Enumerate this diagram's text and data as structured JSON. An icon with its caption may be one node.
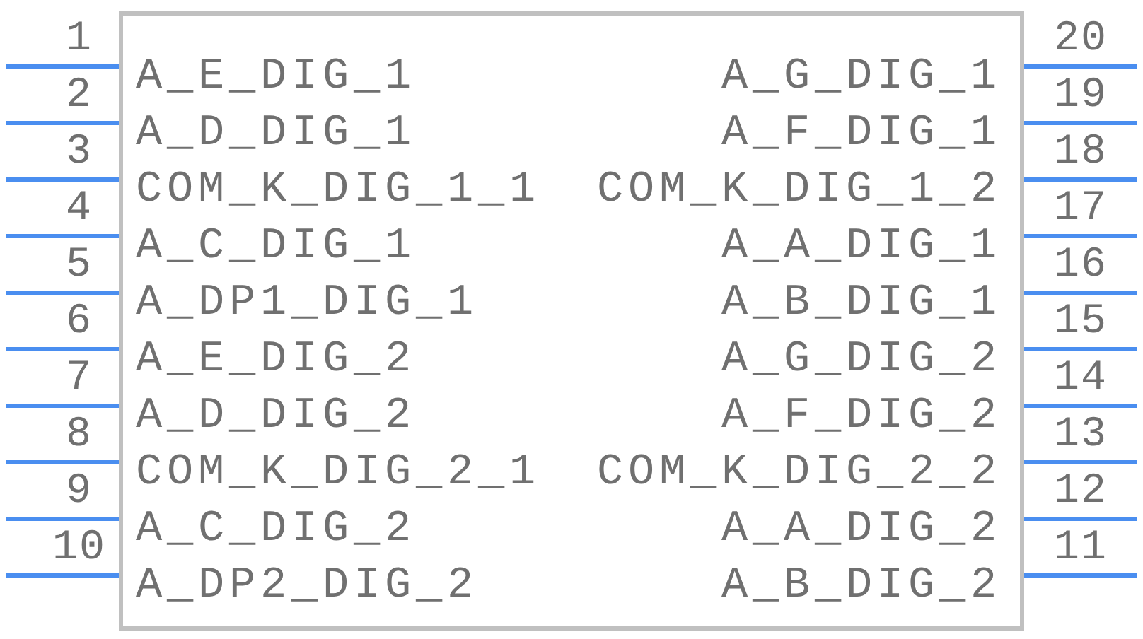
{
  "diagram": {
    "nodes": [
      {
        "text": [],
        "shape": "box"
      },
      {
        "text": [
          "A_E_DIG_1"
        ],
        "in": 0
      },
      {
        "text": [
          "A_G_DIG_1"
        ],
        "in": 0
      },
      {
        "text": [
          "A_D_DIG_1"
        ],
        "in": 0
      },
      {
        "text": [
          "A_F_DIG_1"
        ],
        "in": 0
      },
      {
        "text": [
          "COM_K_DIG_1_1"
        ],
        "in": 0
      },
      {
        "text": [
          "COM_K_DIG_1_2"
        ],
        "in": 0
      },
      {
        "text": [
          "A_C_DIG_1"
        ],
        "in": 0
      },
      {
        "text": [
          "A_A_DIG_1"
        ],
        "in": 0
      },
      {
        "text": [
          "A_DP1_DIG_1"
        ],
        "in": 0
      },
      {
        "text": [
          "A_B_DIG_1"
        ],
        "in": 0
      },
      {
        "text": [
          "A_E_DIG_2"
        ],
        "in": 0
      },
      {
        "text": [
          "A_G_DIG_2"
        ],
        "in": 0
      },
      {
        "text": [
          "A_D_DIG_2"
        ],
        "in": 0
      },
      {
        "text": [
          "A_F_DIG_2"
        ],
        "in": 0
      },
      {
        "text": [
          "COM_K_DIG_2_1"
        ],
        "in": 0
      },
      {
        "text": [
          "COM_K_DIG_2_2"
        ],
        "in": 0
      },
      {
        "text": [
          "A_C_DIG_2"
        ],
        "in": 0
      },
      {
        "text": [
          "A_A_DIG_2"
        ],
        "in": 0
      },
      {
        "text": [
          "A_DP2_DIG_2"
        ],
        "in": 0
      },
      {
        "text": [
          "A_B_DIG_2"
        ],
        "in": 0
      }
    ],
    "edges": [
      {
        "from": null,
        "to": 1,
        "arrow": "none",
        "label": "1"
      },
      {
        "from": null,
        "to": 3,
        "arrow": "none",
        "label": "2"
      },
      {
        "from": null,
        "to": 5,
        "arrow": "none",
        "label": "3"
      },
      {
        "from": null,
        "to": 7,
        "arrow": "none",
        "label": "4"
      },
      {
        "from": null,
        "to": 9,
        "arrow": "none",
        "label": "5"
      },
      {
        "from": null,
        "to": 11,
        "arrow": "none",
        "label": "6"
      },
      {
        "from": null,
        "to": 13,
        "arrow": "none",
        "label": "7"
      },
      {
        "from": null,
        "to": 15,
        "arrow": "none",
        "label": "8"
      },
      {
        "from": null,
        "to": 17,
        "arrow": "none",
        "label": "9"
      },
      {
        "from": null,
        "to": 19,
        "arrow": "none",
        "label": "10"
      },
      {
        "from": null,
        "to": 20,
        "arrow": "none",
        "label": "11"
      },
      {
        "from": null,
        "to": 18,
        "arrow": "none",
        "label": "12"
      },
      {
        "from": null,
        "to": 16,
        "arrow": "none",
        "label": "13"
      },
      {
        "from": null,
        "to": 14,
        "arrow": "none",
        "label": "14"
      },
      {
        "from": null,
        "to": 12,
        "arrow": "none",
        "label": "15"
      },
      {
        "from": null,
        "to": 10,
        "arrow": "none",
        "label": "16"
      },
      {
        "from": null,
        "to": 8,
        "arrow": "none",
        "label": "17"
      },
      {
        "from": null,
        "to": 6,
        "arrow": "none",
        "label": "18"
      },
      {
        "from": null,
        "to": 4,
        "arrow": "none",
        "label": "19"
      },
      {
        "from": null,
        "to": 2,
        "arrow": "none",
        "label": "20"
      }
    ]
  }
}
